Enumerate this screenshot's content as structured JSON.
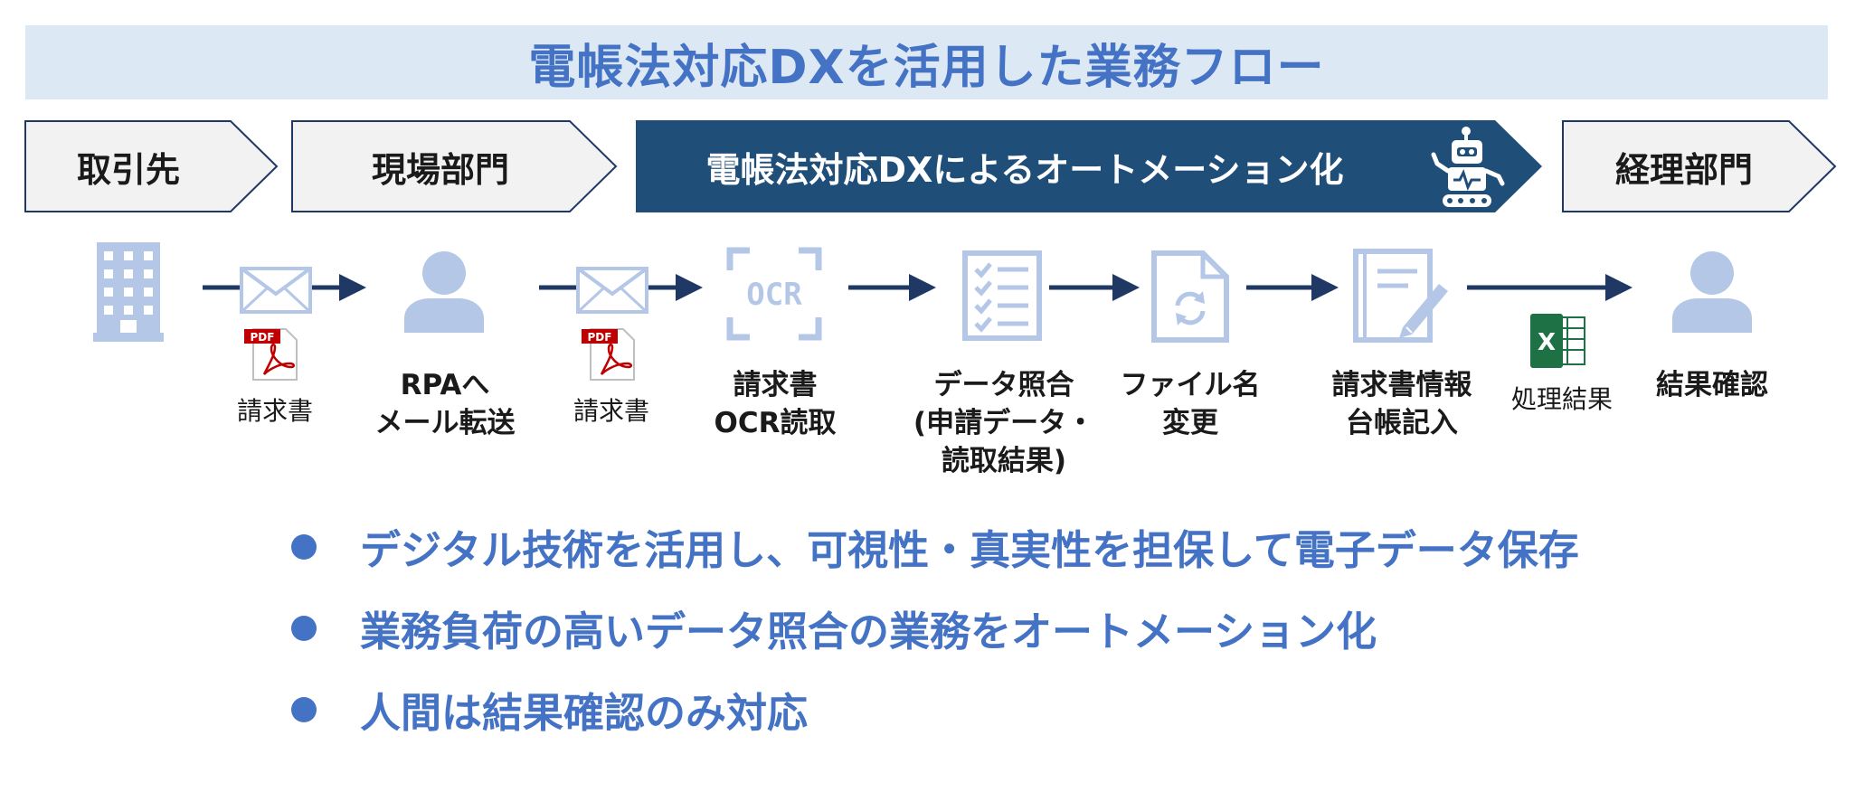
{
  "title": "電帳法対応DXを活用した業務フロー",
  "lanes": {
    "supplier": "取引先",
    "field_dept": "現場部門",
    "automation": "電帳法対応DXによるオートメーション化",
    "accounting": "経理部門"
  },
  "steps": {
    "rpa_mail": [
      "RPAへ",
      "メール転送"
    ],
    "ocr_read": [
      "請求書",
      "OCR読取"
    ],
    "data_match": [
      "データ照合",
      "(申請データ・",
      "読取結果)"
    ],
    "rename": [
      "ファイル名",
      "変更"
    ],
    "ledger": [
      "請求書情報",
      "台帳記入"
    ],
    "confirm": [
      "結果確認"
    ]
  },
  "doc_labels": {
    "invoice_1": "請求書",
    "invoice_2": "請求書",
    "result": "処理結果"
  },
  "icon_text": {
    "pdf": "PDF",
    "ocr": "OCR",
    "excel": "X"
  },
  "bullets": [
    "デジタル技術を活用し、可視性・真実性を担保して電子データ保存",
    "業務負荷の高いデータ照合の業務をオートメーション化",
    "人間は結果確認のみ対応"
  ],
  "colors": {
    "title_text": "#4472c4",
    "banner_bg": "#dde8f5",
    "dark_lane": "#1f4e79",
    "icon_light": "#b4c7e7",
    "arrow": "#1f3864",
    "excel_green": "#1e7145",
    "pdf_red": "#c00000"
  }
}
